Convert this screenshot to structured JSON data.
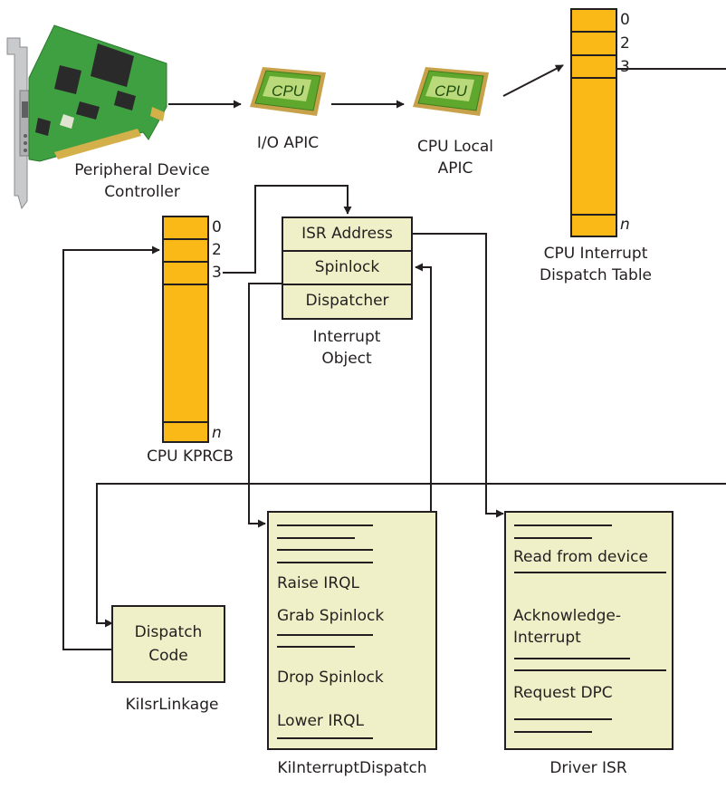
{
  "colors": {
    "table_fill": "#FBB917",
    "box_fill": "#F0F0C8",
    "line": "#231F20",
    "chip_body": "#5FA82D",
    "chip_pins": "#C8A24A",
    "pcb": "#3FA041",
    "bracket": "#C9CACB"
  },
  "icons": {
    "peripheral": "network-card-icon",
    "io_apic": "cpu-chip-icon",
    "local_apic": "cpu-chip-icon"
  },
  "chips": {
    "label": "CPU"
  },
  "labels": {
    "peripheral_line1": "Peripheral Device",
    "peripheral_line2": "Controller",
    "io_apic": "I/O APIC",
    "local_apic_line1": "CPU Local",
    "local_apic_line2": "APIC",
    "idt_line1": "CPU Interrupt",
    "idt_line2": "Dispatch Table",
    "kprcb": "CPU KPRCB",
    "interrupt_object_line1": "Interrupt",
    "interrupt_object_line2": "Object",
    "isr_linkage": "KiIsrLinkage",
    "kiinterruptdispatch": "KiInterruptDispatch",
    "driver_isr": "Driver ISR"
  },
  "idt_indices": [
    "0",
    "2",
    "3",
    "n"
  ],
  "kprcb_indices": [
    "0",
    "2",
    "3",
    "n"
  ],
  "interrupt_object_fields": [
    "ISR Address",
    "Spinlock",
    "Dispatcher"
  ],
  "dispatch_code": {
    "line1": "Dispatch",
    "line2": "Code"
  },
  "kiinterruptdispatch_steps": [
    "Raise IRQL",
    "Grab Spinlock",
    "Drop Spinlock",
    "Lower IRQL"
  ],
  "driver_isr_steps": [
    "Read from device",
    "Acknowledge-",
    "Interrupt",
    "Request DPC"
  ]
}
